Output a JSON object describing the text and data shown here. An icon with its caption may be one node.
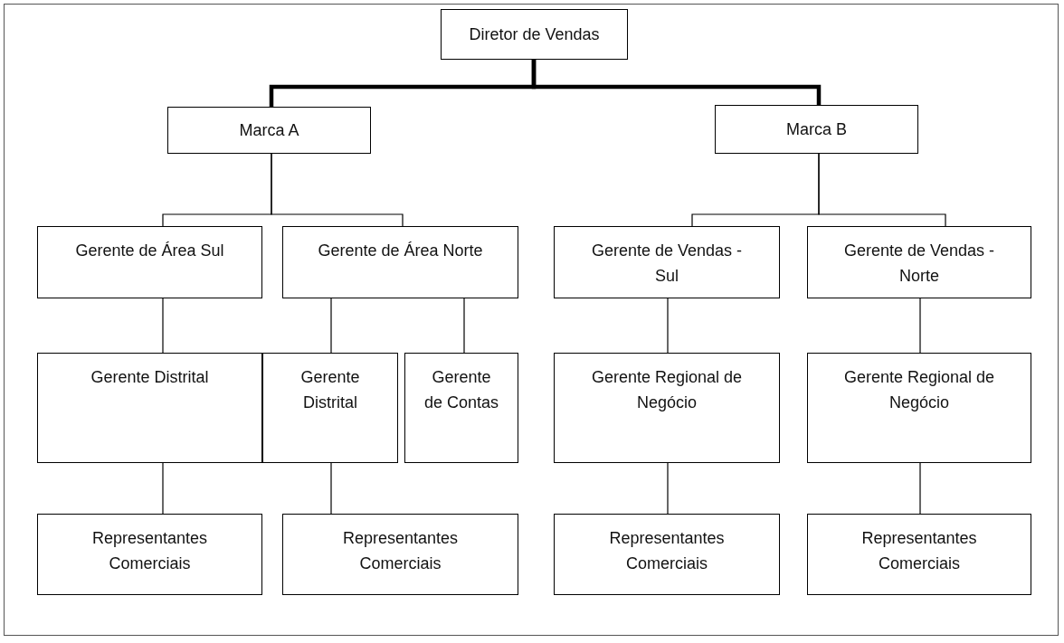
{
  "diagram": {
    "nodes": [
      {
        "text": [
          "Diretor de Vendas"
        ]
      },
      {
        "text": [
          "Marca A"
        ]
      },
      {
        "text": [
          "Marca B"
        ]
      },
      {
        "text": [
          "Gerente de Área Sul"
        ]
      },
      {
        "text": [
          "Gerente de Área Norte"
        ]
      },
      {
        "text": [
          "Gerente de Vendas - Sul"
        ]
      },
      {
        "text": [
          "Gerente de Vendas - Norte"
        ]
      },
      {
        "text": [
          "Gerente Distrital"
        ]
      },
      {
        "text": [
          "Gerente Distrital"
        ]
      },
      {
        "text": [
          "Gerente de Contas"
        ]
      },
      {
        "text": [
          "Gerente Regional de Negócio"
        ]
      },
      {
        "text": [
          "Gerente Regional de Negócio"
        ]
      },
      {
        "text": [
          "Representantes Comerciais"
        ]
      },
      {
        "text": [
          "Representantes Comerciais"
        ]
      },
      {
        "text": [
          "Representantes Comerciais"
        ]
      },
      {
        "text": [
          "Representantes Comerciais"
        ]
      }
    ],
    "edges": [
      {
        "from": 0,
        "to": 1,
        "arrow": "none",
        "style": "thick"
      },
      {
        "from": 0,
        "to": 2,
        "arrow": "none",
        "style": "thick"
      },
      {
        "from": 1,
        "to": 3,
        "arrow": "none"
      },
      {
        "from": 1,
        "to": 4,
        "arrow": "none"
      },
      {
        "from": 2,
        "to": 5,
        "arrow": "none"
      },
      {
        "from": 2,
        "to": 6,
        "arrow": "none"
      },
      {
        "from": 3,
        "to": 7,
        "arrow": "none"
      },
      {
        "from": 4,
        "to": 8,
        "arrow": "none"
      },
      {
        "from": 4,
        "to": 9,
        "arrow": "none"
      },
      {
        "from": 5,
        "to": 10,
        "arrow": "none"
      },
      {
        "from": 6,
        "to": 11,
        "arrow": "none"
      },
      {
        "from": 7,
        "to": 12,
        "arrow": "none"
      },
      {
        "from": 8,
        "to": 13,
        "arrow": "none"
      },
      {
        "from": 10,
        "to": 14,
        "arrow": "none"
      },
      {
        "from": 11,
        "to": 15,
        "arrow": "none"
      }
    ]
  }
}
